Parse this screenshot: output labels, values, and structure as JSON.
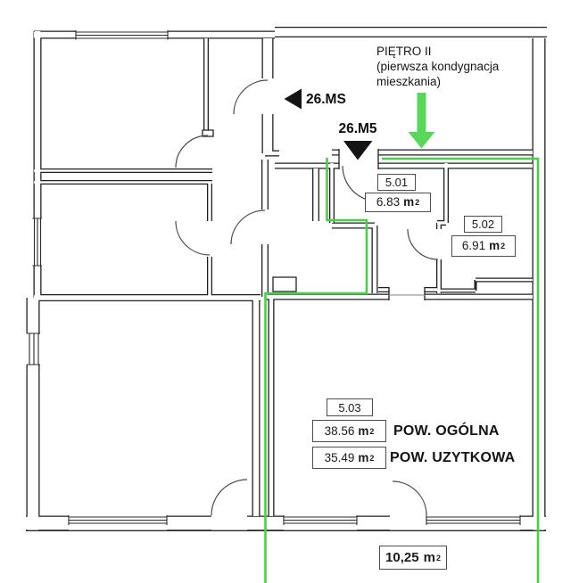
{
  "header": {
    "title": "PIĘTRO II",
    "subtitle": "(pierwsza kondygnacja mieszkania)"
  },
  "markers": {
    "staircase": "26.MS",
    "unit": "26.M5"
  },
  "rooms": {
    "r501": {
      "number": "5.01",
      "area_value": "6.83",
      "area_unit": "m",
      "area_sup": "2"
    },
    "r502": {
      "number": "5.02",
      "area_value": "6.91",
      "area_unit": "m",
      "area_sup": "2"
    },
    "r503": {
      "number": "5.03",
      "area_total_value": "38.56",
      "area_total_unit": "m",
      "area_total_sup": "2",
      "label_total": "POW. OGÓLNA",
      "area_usable_value": "35.49",
      "area_usable_unit": "m",
      "area_usable_sup": "2",
      "label_usable": "POW. UZYTKOWA"
    }
  },
  "balcony": {
    "area_value": "10,25",
    "area_unit": "m",
    "area_sup": "2"
  },
  "colors": {
    "unit_outline": "#47d147",
    "entrance_arrow": "#58d858",
    "wall": "#1f1f1f"
  }
}
